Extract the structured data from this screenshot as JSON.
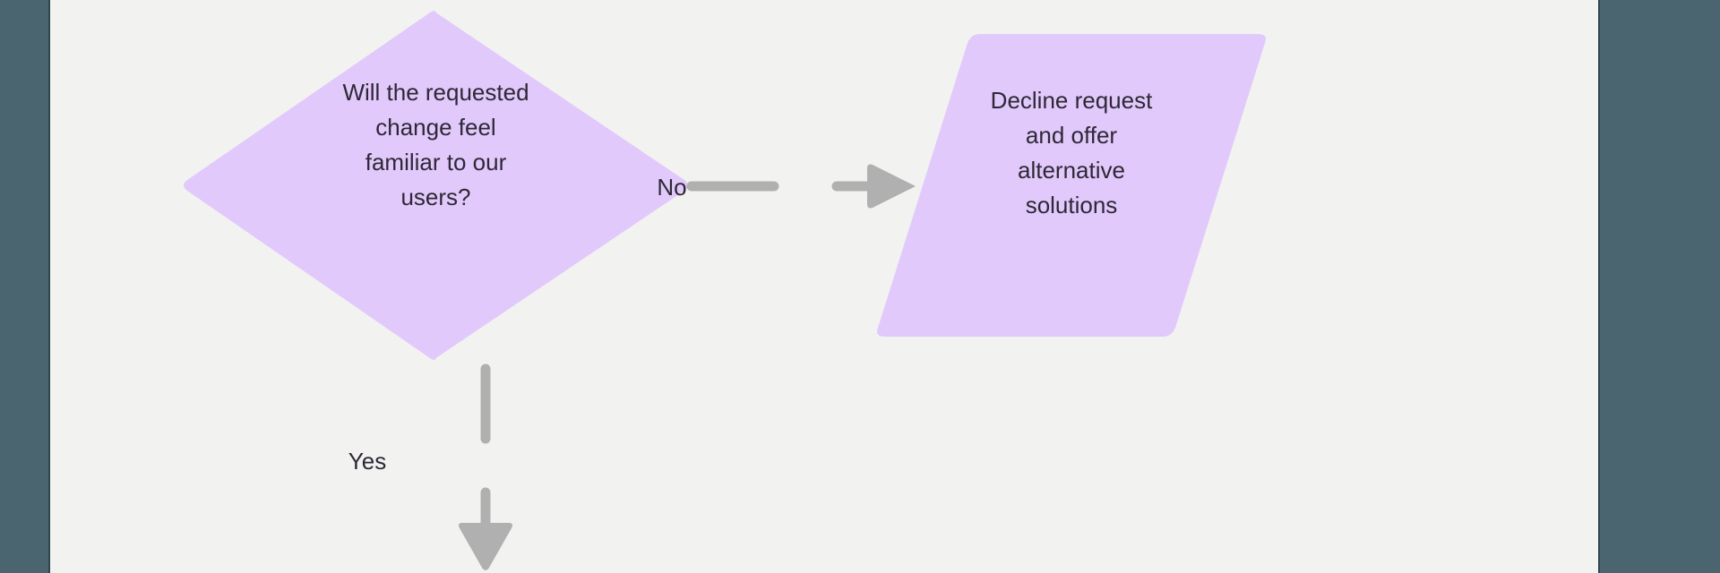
{
  "canvas": {
    "background_color": "#f2f2f1",
    "chrome_color": "#4a6570"
  },
  "diagram": {
    "type": "flowchart",
    "node_fill_color": "#e2c9fb",
    "text_color": "#2e2836",
    "connector_color": "#b0b0b0",
    "nodes": [
      {
        "id": "decision-familiar",
        "shape": "diamond",
        "text": "Will the requested\nchange feel\nfamiliar to our\nusers?"
      },
      {
        "id": "decline-request",
        "shape": "parallelogram",
        "text": "Decline request\nand offer\nalternative\nsolutions"
      }
    ],
    "edges": [
      {
        "id": "edge-no",
        "label": "No",
        "from": "decision-familiar",
        "to": "decline-request",
        "direction": "right"
      },
      {
        "id": "edge-yes",
        "label": "Yes",
        "from": "decision-familiar",
        "to": "",
        "direction": "down"
      }
    ]
  }
}
